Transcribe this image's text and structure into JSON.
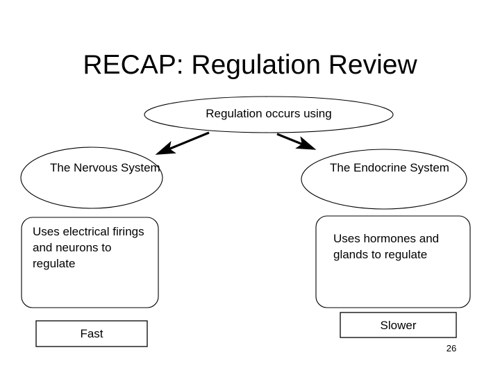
{
  "slide": {
    "title": "RECAP: Regulation Review",
    "page_number": "26",
    "background_color": "#ffffff",
    "outline_color": "#000000",
    "text_color": "#000000"
  },
  "diagram": {
    "root": {
      "shape": "ellipse",
      "label": "Regulation occurs using"
    },
    "branches": [
      {
        "system": {
          "shape": "ellipse",
          "label": "The Nervous System"
        },
        "mechanism": {
          "shape": "rounded-rectangle",
          "label": "Uses electrical firings and neurons to regulate"
        },
        "speed": {
          "shape": "rectangle",
          "label": "Fast"
        }
      },
      {
        "system": {
          "shape": "ellipse",
          "label": "The Endocrine System"
        },
        "mechanism": {
          "shape": "rounded-rectangle",
          "label": "Uses hormones and glands to regulate"
        },
        "speed": {
          "shape": "rectangle",
          "label": "Slower"
        }
      }
    ],
    "connectors": [
      {
        "name": "arrow-to-nervous-system",
        "direction": "down-left"
      },
      {
        "name": "arrow-to-endocrine-system",
        "direction": "down-right"
      }
    ]
  }
}
